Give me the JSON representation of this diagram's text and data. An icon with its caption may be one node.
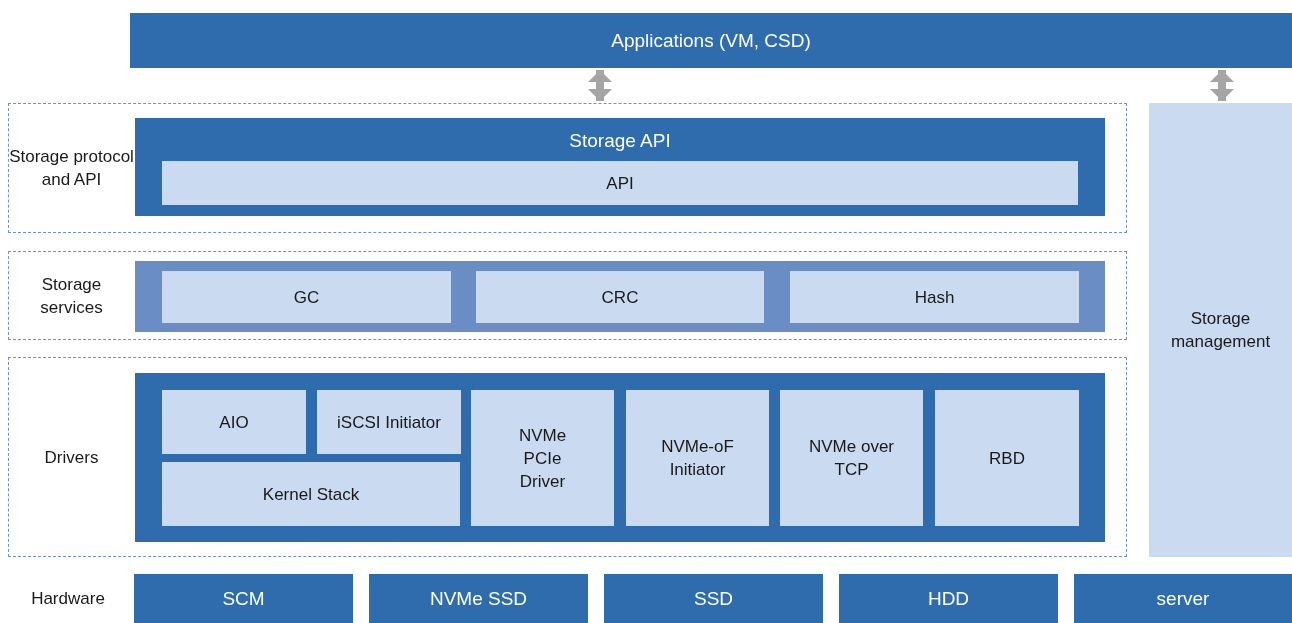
{
  "diagram": {
    "nodes": [
      {
        "text": [
          "Applications (VM, CSD)"
        ]
      },
      {
        "text": [
          "Storage protocol and API"
        ]
      },
      {
        "text": [
          "Storage API"
        ],
        "in": 1
      },
      {
        "text": [
          "API"
        ],
        "in": 2
      },
      {
        "text": [
          "Storage services"
        ]
      },
      {
        "text": [],
        "shape": "box",
        "in": 4
      },
      {
        "text": [
          "GC"
        ],
        "in": 5
      },
      {
        "text": [
          "CRC"
        ],
        "in": 5
      },
      {
        "text": [
          "Hash"
        ],
        "in": 5
      },
      {
        "text": [
          "Drivers"
        ]
      },
      {
        "text": [],
        "shape": "box",
        "in": 9
      },
      {
        "text": [
          "AIO"
        ],
        "in": 10
      },
      {
        "text": [
          "iSCSI Initiator"
        ],
        "in": 10
      },
      {
        "text": [
          "Kernel Stack"
        ],
        "in": 10
      },
      {
        "text": [
          "NVMe PCIe Driver"
        ],
        "in": 10
      },
      {
        "text": [
          "NVMe-oF Initiator"
        ],
        "in": 10
      },
      {
        "text": [
          "NVMe over TCP"
        ],
        "in": 10
      },
      {
        "text": [
          "RBD"
        ],
        "in": 10
      },
      {
        "text": [
          "Storage management"
        ]
      },
      {
        "text": [
          "SCM"
        ]
      },
      {
        "text": [
          "NVMe SSD"
        ]
      },
      {
        "text": [
          "SSD"
        ]
      },
      {
        "text": [
          "HDD"
        ]
      },
      {
        "text": [
          "server"
        ]
      }
    ],
    "edges": [
      {
        "from": 0,
        "to": 1,
        "arrow": "both"
      },
      {
        "from": 0,
        "to": 18,
        "arrow": "both"
      }
    ],
    "labels": [
      "Hardware"
    ]
  }
}
